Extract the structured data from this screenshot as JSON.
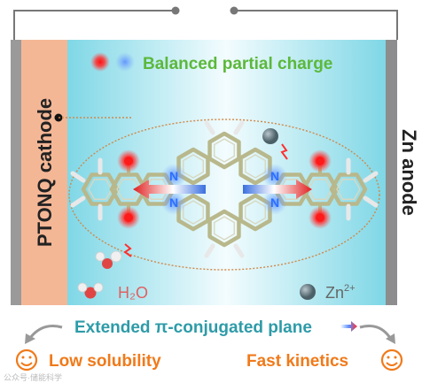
{
  "labels": {
    "cathode": "PTONQ cathode",
    "anode": "Zn anode",
    "balanced": "Balanced partial charge",
    "water": "H₂O",
    "zinc_base": "Zn",
    "zinc_charge": "2+",
    "extended": "Extended π-conjugated plane",
    "low_solubility": "Low solubility",
    "fast_kinetics": "Fast kinetics",
    "atom_n": "N",
    "watermark": "公众号·储能科学"
  },
  "colors": {
    "cathode": "#f4b796",
    "anode": "#8d8d8d",
    "electrolyte_light": "#e6f7fb",
    "electrolyte": "#9fdfea",
    "green_text": "#5cb83b",
    "teal_text": "#2e9ba8",
    "orange_text": "#f07a1a",
    "red_text": "#e06060",
    "bond": "#b8b88c",
    "oxygen": "#ff2020",
    "nitrogen": "#2b6fff"
  },
  "icons": [
    "smiley-icon",
    "water-molecule-icon",
    "zinc-ion-icon",
    "curved-arrow-icon",
    "lightning-icon"
  ]
}
